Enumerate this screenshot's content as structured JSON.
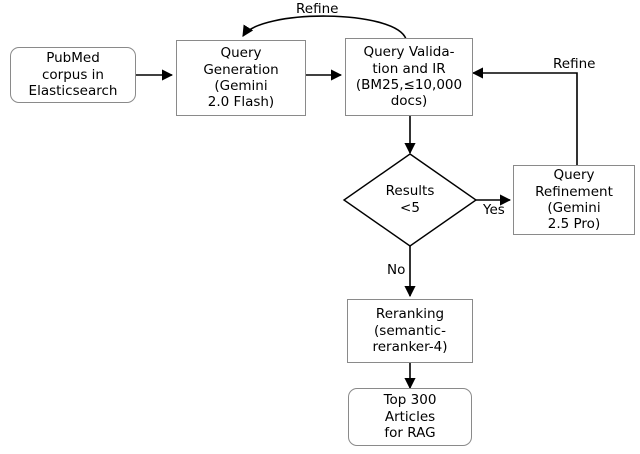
{
  "diagram": {
    "title": "PubMed RAG retrieval pipeline flowchart",
    "background_color": "#ffffff",
    "stroke_color": "#000000",
    "node_border_color": "#8a8a8a",
    "nodes": {
      "corpus": {
        "label": "PubMed\ncorpus in\nElasticsearch",
        "shape": "rounded-rect"
      },
      "query_generation": {
        "label": "Query\nGeneration\n(Gemini\n2.0 Flash)",
        "shape": "rect"
      },
      "query_validation": {
        "label": "Query Valida-\ntion and IR\n(BM25,≤10,000\ndocs)",
        "shape": "rect"
      },
      "decision": {
        "label": "Results\n<5",
        "shape": "diamond"
      },
      "query_refinement": {
        "label": "Query\nRefinement\n(Gemini\n2.5 Pro)",
        "shape": "rect"
      },
      "reranking": {
        "label": "Reranking\n(semantic-\nreranker-4)",
        "shape": "rect"
      },
      "output": {
        "label": "Top 300\nArticles\nfor RAG",
        "shape": "rounded-rect"
      }
    },
    "edge_labels": {
      "refine_top": "Refine",
      "refine_right": "Refine",
      "yes": "Yes",
      "no": "No"
    },
    "edges": [
      {
        "from": "corpus",
        "to": "query_generation",
        "label": ""
      },
      {
        "from": "query_generation",
        "to": "query_validation",
        "label": ""
      },
      {
        "from": "query_validation",
        "to": "query_generation",
        "label": "Refine"
      },
      {
        "from": "query_validation",
        "to": "decision",
        "label": ""
      },
      {
        "from": "decision",
        "to": "query_refinement",
        "label": "Yes"
      },
      {
        "from": "query_refinement",
        "to": "query_validation",
        "label": "Refine"
      },
      {
        "from": "decision",
        "to": "reranking",
        "label": "No"
      },
      {
        "from": "reranking",
        "to": "output",
        "label": ""
      }
    ]
  }
}
